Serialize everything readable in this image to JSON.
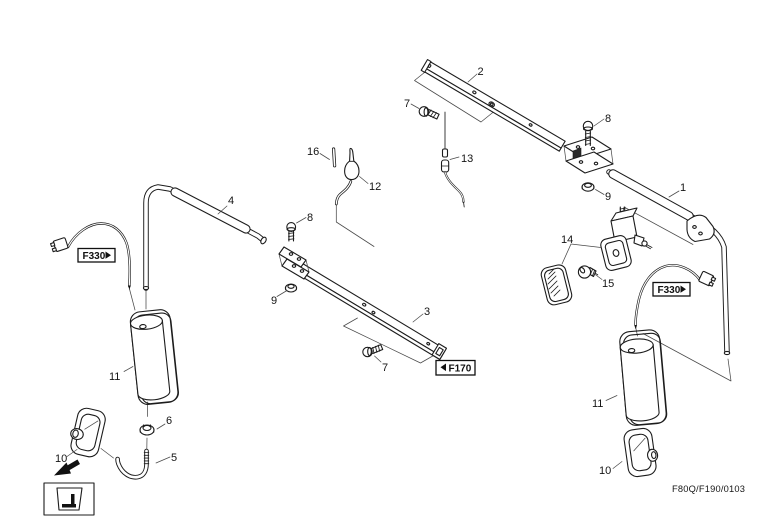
{
  "diagram": {
    "footer_code": "F80Q/F190/0103",
    "callouts": {
      "c1": "1",
      "c2": "2",
      "c3": "3",
      "c4": "4",
      "c5": "5",
      "c6": "6",
      "c7a": "7",
      "c7b": "7",
      "c8a": "8",
      "c8b": "8",
      "c9a": "9",
      "c9b": "9",
      "c10l": "10",
      "c10r": "10",
      "c11l": "11",
      "c11r": "11",
      "c12": "12",
      "c13": "13",
      "c14": "14",
      "c15": "15",
      "c16": "16"
    },
    "ref_labels": {
      "f330_left": "F330",
      "f330_right": "F330",
      "f170": "F170"
    },
    "icons": {
      "f330_arrow": "triangle-right",
      "f170_arrow": "triangle-left",
      "location_arrow": "thick-arrow-down-left",
      "seat_box": "seat-side-view-pictogram"
    },
    "colors": {
      "line": "#1c1c1c",
      "background": "#ffffff"
    }
  }
}
